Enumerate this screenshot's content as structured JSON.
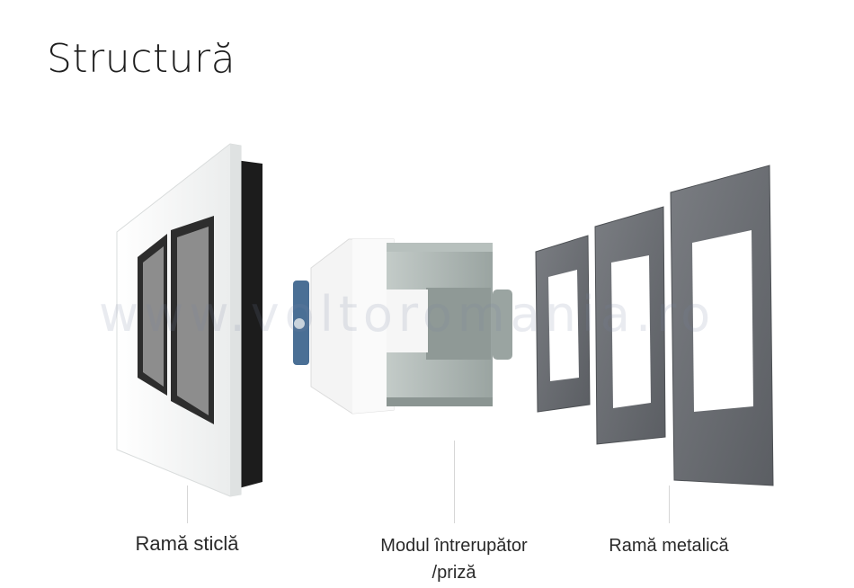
{
  "title": "Structură",
  "watermark": "www.voltoromania.ro",
  "components": [
    {
      "label": "Ramă sticlă"
    },
    {
      "label": "Modul întrerupător",
      "label_line2": "/priză"
    },
    {
      "label": "Ramă metalică"
    }
  ],
  "colors": {
    "glass_frame": "#f3f4f4",
    "socket_insert": "#5a5a5a",
    "module_body": "#a7b1ae",
    "module_white": "#f2f2f2",
    "module_dial": "#5a7fa3",
    "metal_frame": "#6c6f74"
  }
}
